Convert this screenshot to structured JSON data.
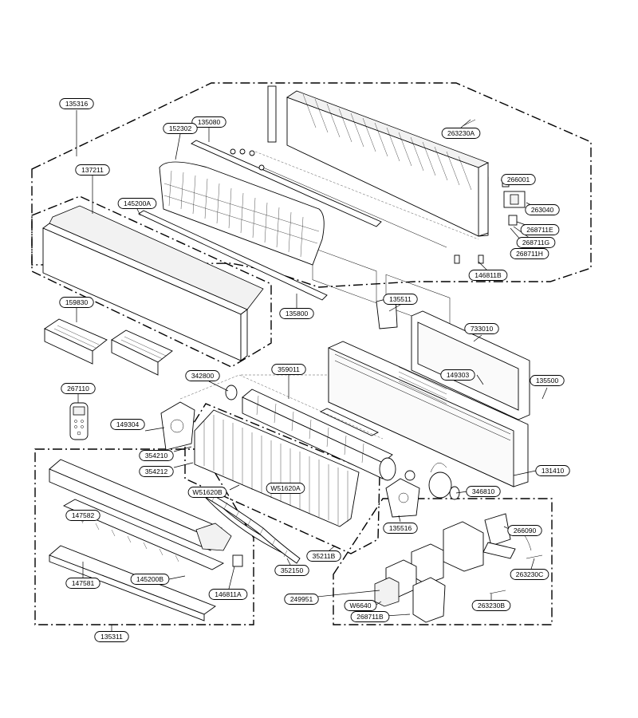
{
  "labels": [
    "135316",
    "135080",
    "152302",
    "137211",
    "145200A",
    "263230A",
    "266001",
    "263040",
    "268711E",
    "268711G",
    "268711H",
    "146811B",
    "135800",
    "159830",
    "135511",
    "733010",
    "149303",
    "135500",
    "342800",
    "359011",
    "267110",
    "149304",
    "354210",
    "354212",
    "W51620B",
    "W51620A",
    "131410",
    "346810",
    "135516",
    "147582",
    "266090",
    "263230C",
    "147581",
    "145200B",
    "146811A",
    "352150",
    "35211B",
    "249951",
    "W6640",
    "268711B",
    "263230B",
    "135311"
  ],
  "icons": [
    "remote-control-icon"
  ]
}
